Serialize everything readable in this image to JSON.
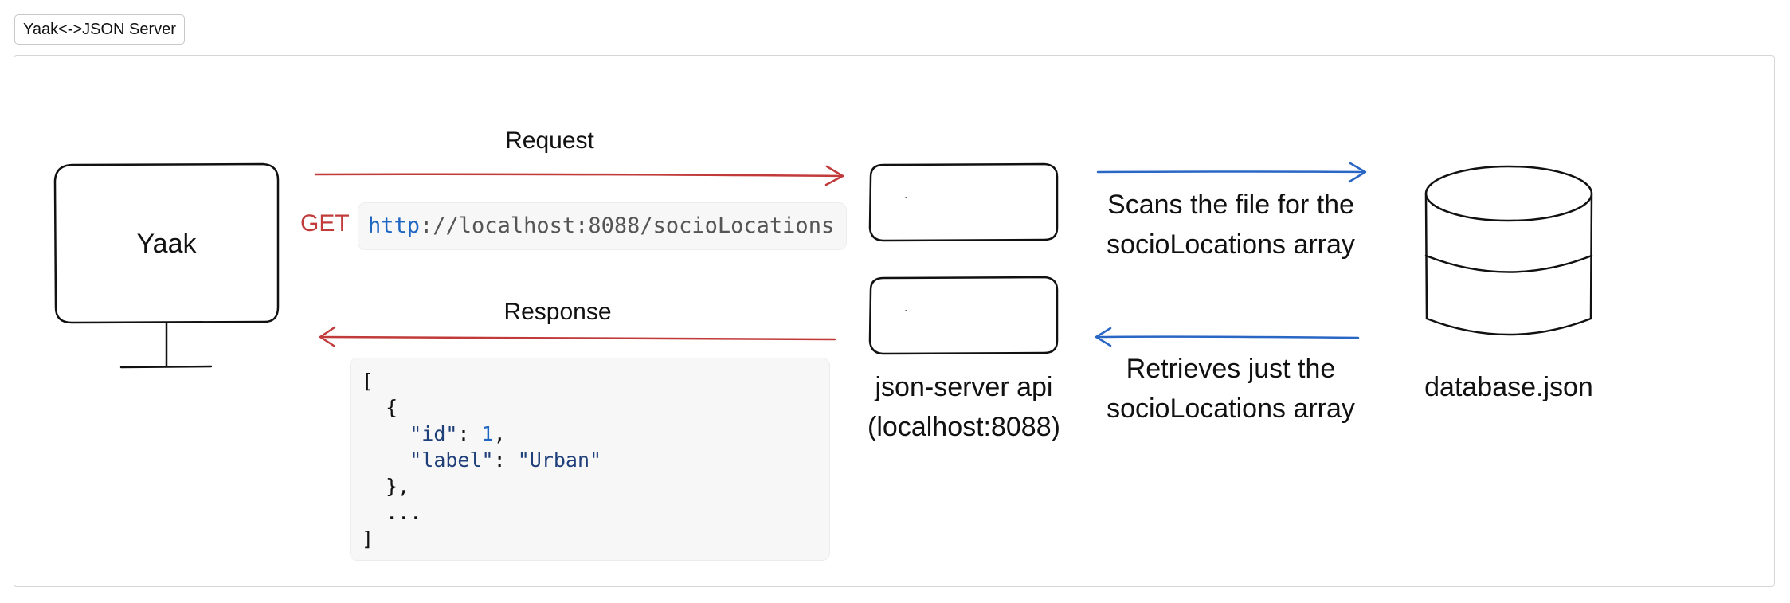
{
  "toolbar": {
    "tab_label": "Yaak<->JSON Server"
  },
  "client": {
    "label": "Yaak"
  },
  "request": {
    "title": "Request",
    "method": "GET",
    "url_protocol": "http",
    "url_rest": "://localhost:8088/socioLocations"
  },
  "response": {
    "title": "Response",
    "code": {
      "open_bracket": "[",
      "open_brace": "  {",
      "id_key": "\"id\"",
      "id_value": "1",
      "label_key": "\"label\"",
      "label_value": "\"Urban\"",
      "close_brace": "  },",
      "ellipsis": "  ...",
      "close_bracket": "]"
    }
  },
  "server": {
    "top_box_text": ".",
    "bottom_box_text": ".",
    "label_line1": "json-server api",
    "label_line2": "(localhost:8088)"
  },
  "scan": {
    "line1": "Scans the file for the",
    "line2": "socioLocations array"
  },
  "retrieve": {
    "line1": "Retrieves just the",
    "line2": "socioLocations array"
  },
  "database": {
    "label": "database.json"
  },
  "colors": {
    "request_arrow": "#c23b3b",
    "db_arrow": "#2a66c4",
    "outline": "#111111"
  }
}
